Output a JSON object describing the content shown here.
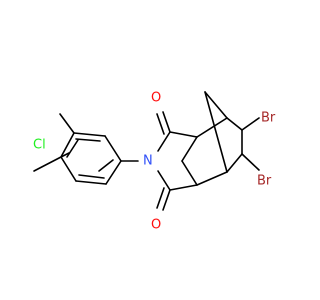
{
  "molecule": {
    "atoms": {
      "o_top": {
        "symbol": "O",
        "color": "#ff0d0d"
      },
      "o_bottom": {
        "symbol": "O",
        "color": "#ff0d0d"
      },
      "n": {
        "symbol": "N",
        "color": "#3050f8"
      },
      "cl": {
        "symbol": "Cl",
        "color": "#1ff01f"
      },
      "br_upper": {
        "symbol": "Br",
        "color": "#a62929"
      },
      "br_lower": {
        "symbol": "Br",
        "color": "#a62929"
      }
    },
    "bond_color": "#000000"
  }
}
